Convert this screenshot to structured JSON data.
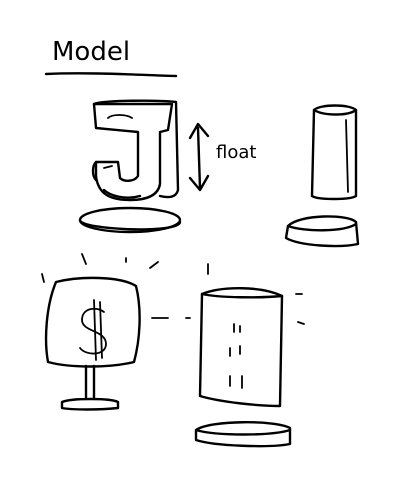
{
  "title": "Model",
  "annotations": {
    "float_label": "float"
  },
  "colors": {
    "ink": "#000000",
    "paper": "#ffffff"
  },
  "figures": [
    {
      "name": "floating-letter-j",
      "description_label": ""
    },
    {
      "name": "cylinder-on-base",
      "description_label": ""
    },
    {
      "name": "glowing-dollar-sign-on-stand",
      "description_label": ""
    },
    {
      "name": "glowing-tower-above-base",
      "description_label": ""
    }
  ]
}
